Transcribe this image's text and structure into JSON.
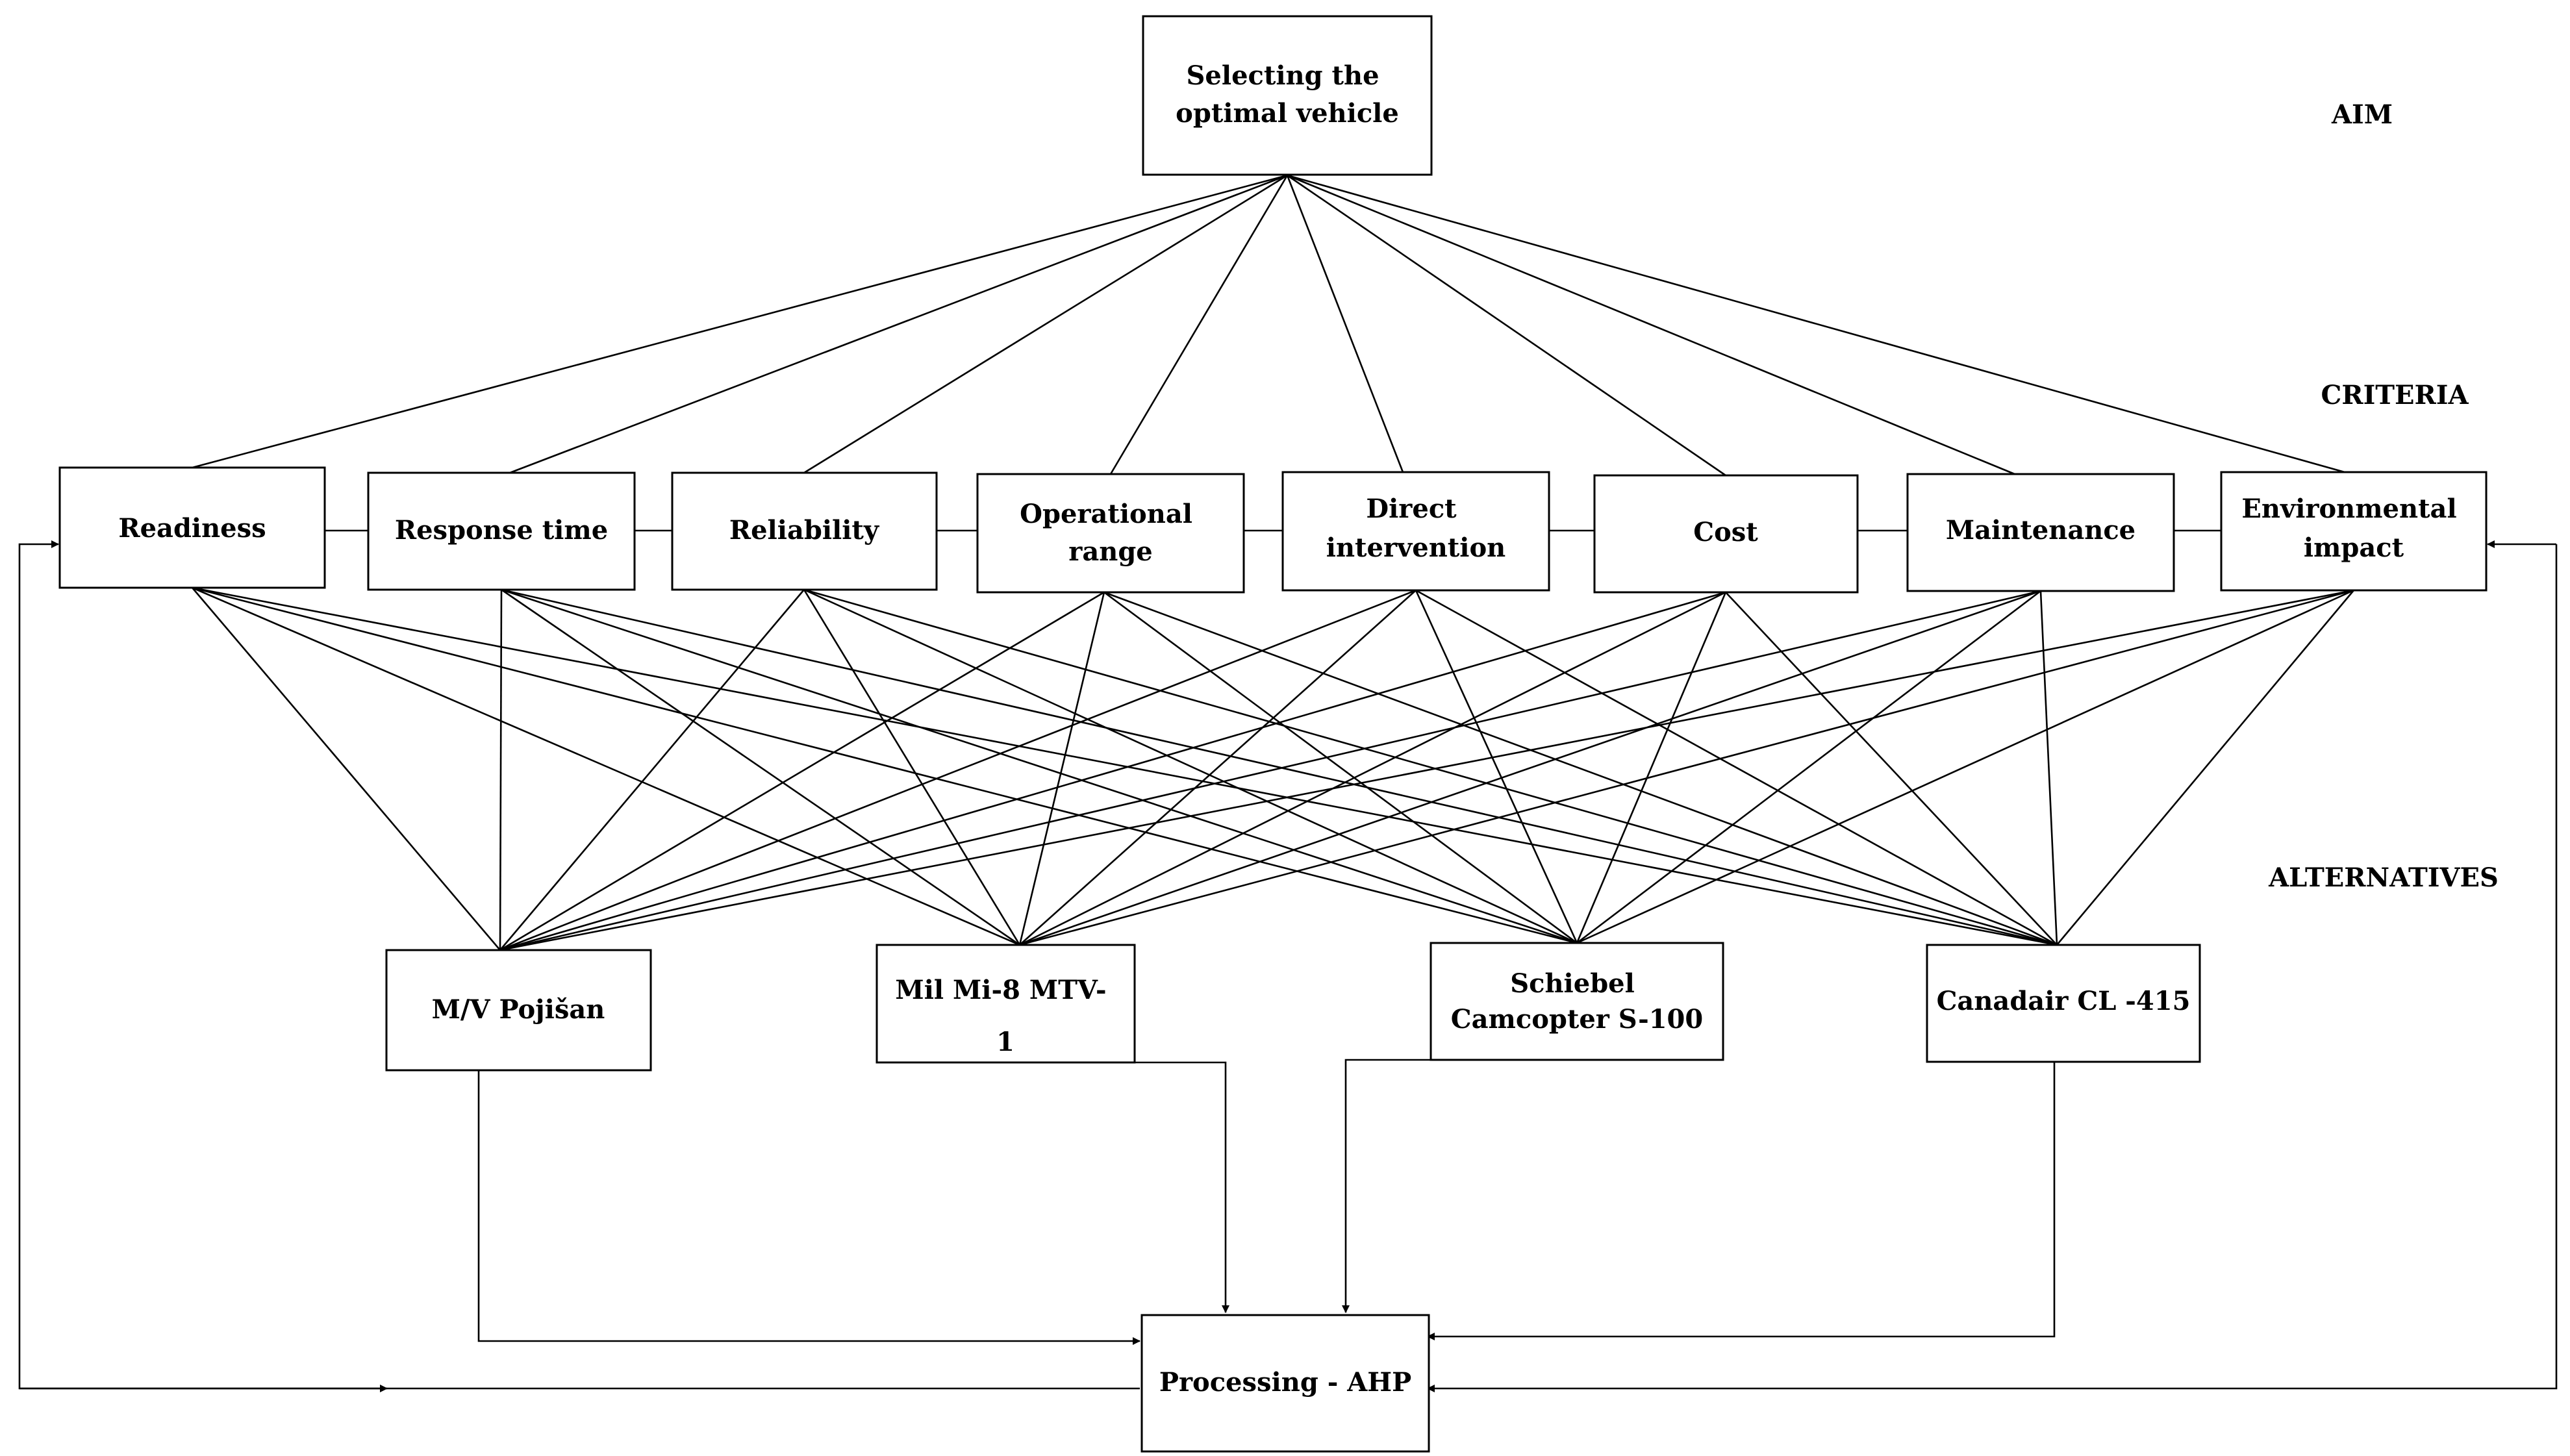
{
  "levels": {
    "aim": "AIM",
    "criteria": "CRITERIA",
    "alternatives": "ALTERNATIVES"
  },
  "goal": [
    "Selecting the",
    "optimal vehicle"
  ],
  "criteria": [
    [
      "Readiness"
    ],
    [
      "Response time"
    ],
    [
      "Reliability"
    ],
    [
      "Operational",
      "range"
    ],
    [
      "Direct",
      "intervention"
    ],
    [
      "Cost"
    ],
    [
      "Maintenance"
    ],
    [
      "Environmental",
      "impact"
    ]
  ],
  "alternatives": [
    [
      "M/V Pojišan"
    ],
    [
      "Mil Mi-8 MTV-",
      "1"
    ],
    [
      "Schiebel",
      "Camcopter S-100"
    ],
    [
      "Canadair CL -415"
    ]
  ],
  "processing": [
    "Processing - AHP"
  ]
}
